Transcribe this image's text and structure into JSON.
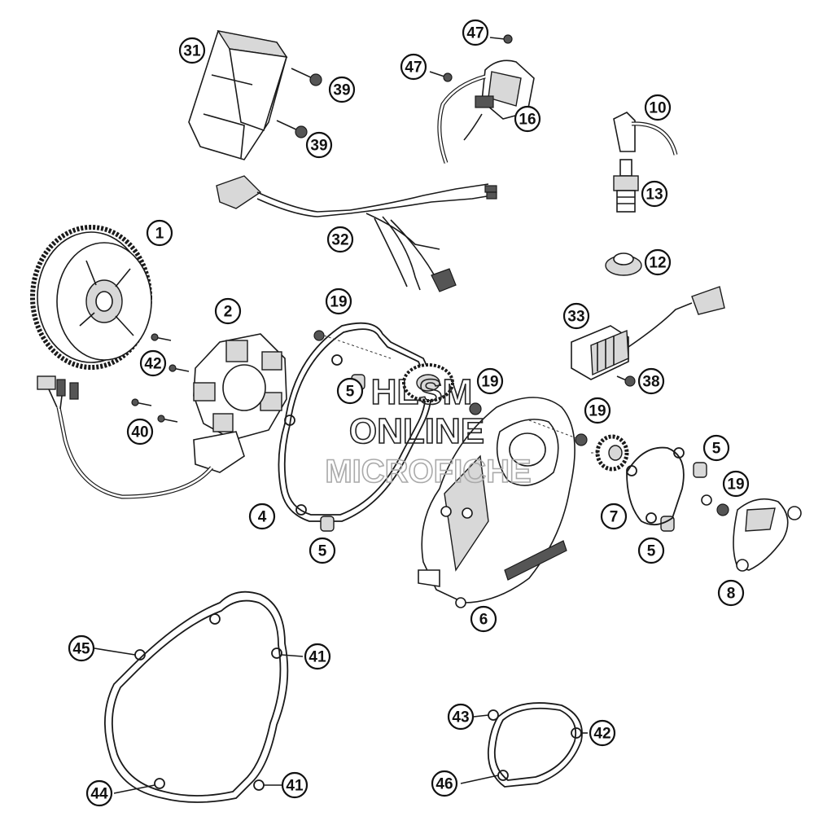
{
  "watermark": {
    "line1": "HLSM",
    "line2": "ONLINE",
    "line3": "MICROFICHE"
  },
  "callouts": [
    {
      "id": "c31",
      "label": "31",
      "style": "filled"
    },
    {
      "id": "c39a",
      "label": "39",
      "style": "filled"
    },
    {
      "id": "c39b",
      "label": "39",
      "style": "filled"
    },
    {
      "id": "c47a",
      "label": "47",
      "style": "filled"
    },
    {
      "id": "c47b",
      "label": "47",
      "style": "filled"
    },
    {
      "id": "c16",
      "label": "16",
      "style": "filled"
    },
    {
      "id": "c10",
      "label": "10",
      "style": "outline"
    },
    {
      "id": "c13",
      "label": "13",
      "style": "filled"
    },
    {
      "id": "c12",
      "label": "12",
      "style": "filled"
    },
    {
      "id": "c32",
      "label": "32",
      "style": "filled"
    },
    {
      "id": "c1",
      "label": "1",
      "style": "outline"
    },
    {
      "id": "c2",
      "label": "2",
      "style": "outline"
    },
    {
      "id": "c42a",
      "label": "42",
      "style": "filled"
    },
    {
      "id": "c40",
      "label": "40",
      "style": "filled"
    },
    {
      "id": "c19a",
      "label": "19",
      "style": "filled"
    },
    {
      "id": "c5a",
      "label": "5",
      "style": "outline"
    },
    {
      "id": "c19b",
      "label": "19",
      "style": "filled"
    },
    {
      "id": "c19c",
      "label": "19",
      "style": "filled"
    },
    {
      "id": "c33",
      "label": "33",
      "style": "filled"
    },
    {
      "id": "c38",
      "label": "38",
      "style": "filled"
    },
    {
      "id": "c5b",
      "label": "5",
      "style": "outline"
    },
    {
      "id": "c19d",
      "label": "19",
      "style": "filled"
    },
    {
      "id": "c4",
      "label": "4",
      "style": "outline"
    },
    {
      "id": "c5c",
      "label": "5",
      "style": "outline"
    },
    {
      "id": "c7",
      "label": "7",
      "style": "outline"
    },
    {
      "id": "c5d",
      "label": "5",
      "style": "outline"
    },
    {
      "id": "c8",
      "label": "8",
      "style": "outline"
    },
    {
      "id": "c6",
      "label": "6",
      "style": "outline"
    },
    {
      "id": "c45",
      "label": "45",
      "style": "filled"
    },
    {
      "id": "c41a",
      "label": "41",
      "style": "filled"
    },
    {
      "id": "c44",
      "label": "44",
      "style": "filled"
    },
    {
      "id": "c41b",
      "label": "41",
      "style": "filled"
    },
    {
      "id": "c43",
      "label": "43",
      "style": "filled"
    },
    {
      "id": "c42b",
      "label": "42",
      "style": "filled"
    },
    {
      "id": "c46",
      "label": "46",
      "style": "filled"
    }
  ]
}
